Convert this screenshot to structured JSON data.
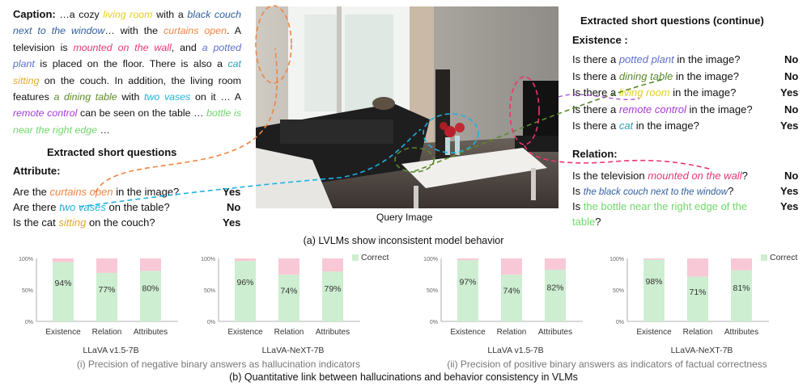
{
  "caption": {
    "label": "Caption:",
    "segments": [
      {
        "t": " …a cozy "
      },
      {
        "t": "living room",
        "c": "#e6cf1c",
        "i": true
      },
      {
        "t": " with a "
      },
      {
        "t": "black couch next to the window",
        "c": "#2f5f9e",
        "i": true
      },
      {
        "t": "… with the "
      },
      {
        "t": "curtains open",
        "c": "#ef8440",
        "i": true
      },
      {
        "t": ". A television is "
      },
      {
        "t": "mounted on the wall",
        "c": "#e8376f",
        "i": true
      },
      {
        "t": ", and "
      },
      {
        "t": "a potted plant",
        "c": "#5d6fd0",
        "i": true
      },
      {
        "t": " is placed on the floor. There is also a "
      },
      {
        "t": "cat",
        "c": "#2a9fb8",
        "i": true
      },
      {
        "t": " "
      },
      {
        "t": "sitting",
        "c": "#e2a92a",
        "i": true
      },
      {
        "t": " on the couch. In addition, the living room features "
      },
      {
        "t": "a dining table",
        "c": "#5a8a2a",
        "i": true
      },
      {
        "t": " with "
      },
      {
        "t": "two vases",
        "c": "#1fb1de",
        "i": true
      },
      {
        "t": " on it … A "
      },
      {
        "t": "remote control",
        "c": "#a33bd6",
        "i": true
      },
      {
        "t": " can be seen on the table … "
      },
      {
        "t": "bottle is near the right edge",
        "c": "#6fd86a",
        "i": true
      },
      {
        "t": " …"
      }
    ]
  },
  "left_questions": {
    "title": "Extracted short questions",
    "section": "Attribute:",
    "rows": [
      {
        "parts": [
          {
            "t": "Are the "
          },
          {
            "t": "curtains open",
            "c": "#ef8440"
          },
          {
            "t": " in the image?"
          }
        ],
        "answer": "Yes"
      },
      {
        "parts": [
          {
            "t": "Are there "
          },
          {
            "t": "two vases",
            "c": "#1fb1de"
          },
          {
            "t": " on the table?"
          }
        ],
        "answer": "No"
      },
      {
        "parts": [
          {
            "t": "Is the cat "
          },
          {
            "t": "sitting",
            "c": "#e2a92a"
          },
          {
            "t": " on the couch?"
          }
        ],
        "answer": "Yes"
      }
    ]
  },
  "right_questions": {
    "title": "Extracted short questions (continue)",
    "existence_label": "Existence :",
    "existence": [
      {
        "parts": [
          {
            "t": "Is there a "
          },
          {
            "t": "potted plant",
            "c": "#5d6fd0"
          },
          {
            "t": " in the image?"
          }
        ],
        "answer": "No"
      },
      {
        "parts": [
          {
            "t": "Is there a "
          },
          {
            "t": "dining table",
            "c": "#5a8a2a"
          },
          {
            "t": " in the image?"
          }
        ],
        "answer": "No"
      },
      {
        "parts": [
          {
            "t": "Is there a "
          },
          {
            "t": "living room",
            "c": "#e6cf1c"
          },
          {
            "t": " in the image?"
          }
        ],
        "answer": "Yes"
      },
      {
        "parts": [
          {
            "t": "Is there a "
          },
          {
            "t": "remote control",
            "c": "#a33bd6"
          },
          {
            "t": " in the image?"
          }
        ],
        "answer": "No"
      },
      {
        "parts": [
          {
            "t": "Is there a "
          },
          {
            "t": "cat",
            "c": "#2a9fb8"
          },
          {
            "t": " in the image?"
          }
        ],
        "answer": "Yes"
      }
    ],
    "relation_label": "Relation:",
    "relation": [
      {
        "parts": [
          {
            "t": "Is the television "
          },
          {
            "t": "mounted on the wall",
            "c": "#e8376f"
          },
          {
            "t": "?"
          }
        ],
        "answer": "No"
      },
      {
        "parts": [
          {
            "t": "Is "
          },
          {
            "t": "the black couch next to the window",
            "c": "#2f5f9e",
            "small": true
          },
          {
            "t": "?"
          }
        ],
        "answer": "Yes"
      },
      {
        "parts": [
          {
            "t": "Is "
          },
          {
            "t": "the bottle near the right edge of the",
            "c": "#6fd86a",
            "upright": true
          }
        ],
        "answer": "Yes"
      },
      {
        "parts": [
          {
            "t": "table",
            "c": "#6fd86a",
            "upright": true
          },
          {
            "t": "?"
          }
        ],
        "answer": ""
      }
    ]
  },
  "image_label": "Query Image",
  "caption_a": "(a) LVLMs show inconsistent model behavior",
  "caption_b": "(b) Quantitative link between hallucinations and behavior consistency in VLMs",
  "group_captions": [
    "(i) Precision of negative binary answers as hallucination indicators",
    "(ii) Precision of positive binary answers as indicators of factual correctness"
  ],
  "colors": {
    "correct": "#cdeed0",
    "incorrect": "#f9c8d6",
    "axis": "#999999"
  },
  "chart_data": [
    {
      "type": "bar",
      "stacked": true,
      "title": "LLaVA v1.5-7B",
      "categories": [
        "Existence",
        "Relation",
        "Attributes"
      ],
      "series": [
        {
          "name": "Correct",
          "values": [
            94,
            77,
            80
          ]
        }
      ],
      "value_labels": [
        "94%",
        "77%",
        "80%"
      ],
      "yticks": [
        "0%",
        "50%",
        "100%"
      ],
      "ylim": [
        0,
        100
      ],
      "legend": false
    },
    {
      "type": "bar",
      "stacked": true,
      "title": "LLaVA-NeXT-7B",
      "categories": [
        "Existence",
        "Relation",
        "Attributes"
      ],
      "series": [
        {
          "name": "Correct",
          "values": [
            96,
            74,
            79
          ]
        }
      ],
      "value_labels": [
        "96%",
        "74%",
        "79%"
      ],
      "yticks": [
        "0%",
        "50%",
        "100%"
      ],
      "ylim": [
        0,
        100
      ],
      "legend": true
    },
    {
      "type": "bar",
      "stacked": true,
      "title": "LLaVA v1.5-7B",
      "categories": [
        "Existence",
        "Relation",
        "Attributes"
      ],
      "series": [
        {
          "name": "Correct",
          "values": [
            97,
            74,
            82
          ]
        }
      ],
      "value_labels": [
        "97%",
        "74%",
        "82%"
      ],
      "yticks": [
        "0%",
        "50%",
        "100%"
      ],
      "ylim": [
        0,
        100
      ],
      "legend": false
    },
    {
      "type": "bar",
      "stacked": true,
      "title": "LLaVA-NeXT-7B",
      "categories": [
        "Existence",
        "Relation",
        "Attributes"
      ],
      "series": [
        {
          "name": "Correct",
          "values": [
            98,
            71,
            81
          ]
        }
      ],
      "value_labels": [
        "98%",
        "71%",
        "81%"
      ],
      "yticks": [
        "0%",
        "50%",
        "100%"
      ],
      "ylim": [
        0,
        100
      ],
      "legend": true
    }
  ]
}
